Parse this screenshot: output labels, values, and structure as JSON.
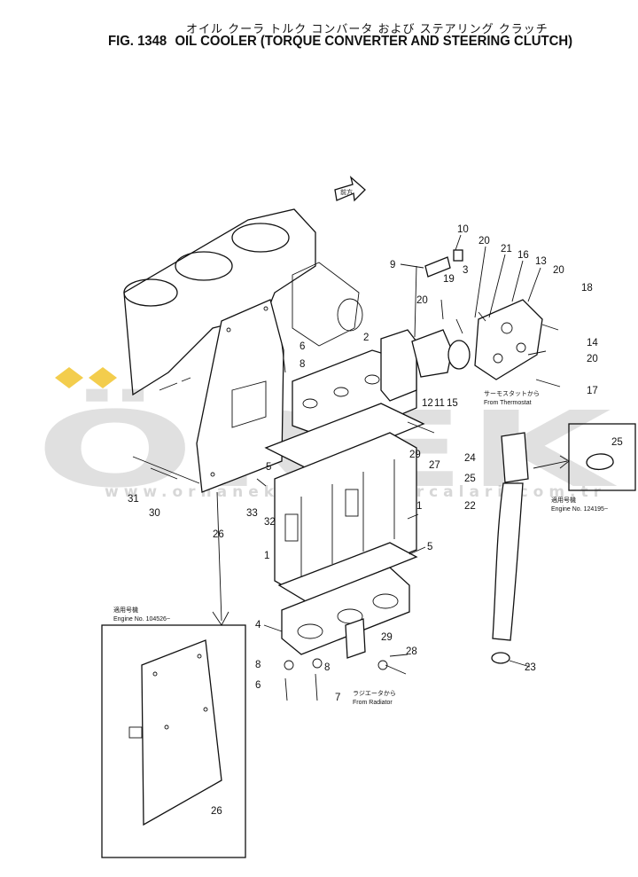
{
  "title_jp": "オイル クーラ トルク コンバータ および ステアリング クラッチ",
  "fig_number": "FIG. 1348",
  "title_en": "OIL COOLER (TORQUE CONVERTER AND STEERING CLUTCH)",
  "direction_mark": "前方",
  "notes": {
    "thermostat_jp": "サーモスタットから",
    "thermostat_en": "From Thermostat",
    "radiator_jp": "ラジエータから",
    "radiator_en": "From Radiator",
    "engine_a_jp": "適用号機",
    "engine_a_en": "Engine No. 104526~",
    "engine_b_jp": "適用号機",
    "engine_b_en": "Engine No. 124195~"
  },
  "watermark": {
    "logo": "ÖREK",
    "url": "www.orhanekeryedekparcalari.com.tr"
  },
  "callouts": [
    "10",
    "20",
    "21",
    "16",
    "13",
    "20",
    "18",
    "9",
    "19",
    "3",
    "20",
    "14",
    "20",
    "17",
    "2",
    "6",
    "8",
    "12",
    "11",
    "15",
    "24",
    "25",
    "22",
    "29",
    "27",
    "5",
    "31",
    "30",
    "33",
    "32",
    "26",
    "1",
    "5",
    "1",
    "4",
    "8",
    "8",
    "6",
    "7",
    "29",
    "28",
    "23",
    "26",
    "25"
  ]
}
